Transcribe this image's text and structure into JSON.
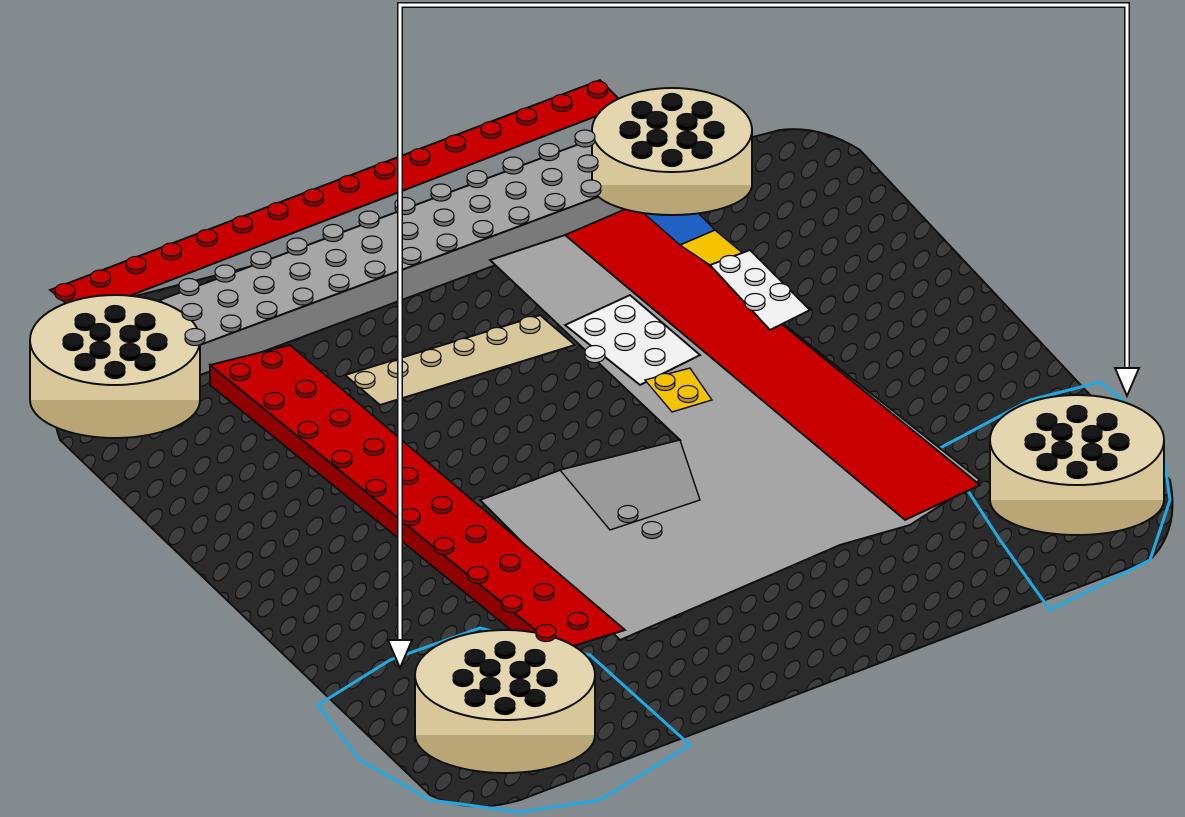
{
  "scene": {
    "colors": {
      "background": "#848b8f",
      "baseplate": "#2b2b2b",
      "baseplate_stud": "#3a3a3a",
      "red": "#c80000",
      "light_gray": "#a6a6a6",
      "tan": "#d8c79a",
      "white": "#f2f2f2",
      "blue": "#1f62c4",
      "yellow": "#f5c400",
      "highlight_outline": "#23a9e1",
      "callout_line": "#ffffff"
    },
    "highlighted_parts": [
      "corner-plate-front",
      "corner-plate-right"
    ],
    "callout_targets": [
      "front-round-tile",
      "right-round-tile"
    ]
  }
}
